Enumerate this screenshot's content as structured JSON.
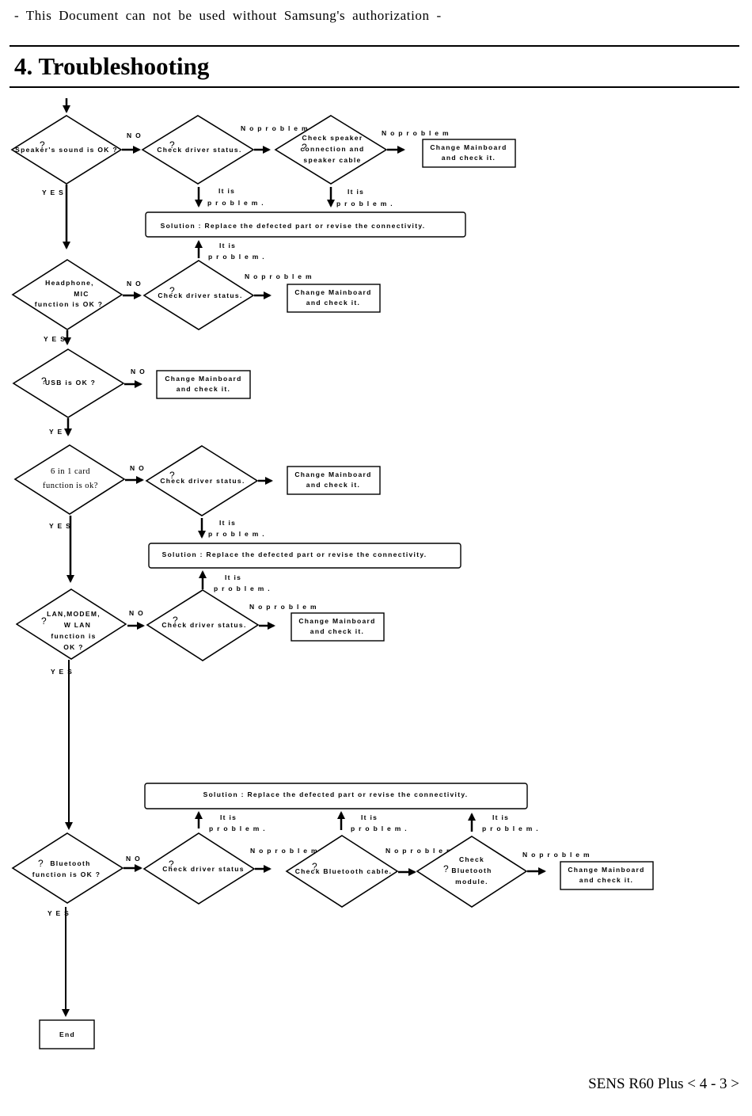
{
  "header": {
    "notice": "- This Document can not be used without Samsung's authorization -",
    "section_title": "4.  Troubleshooting"
  },
  "footer": {
    "page_label": "SENS R60 Plus < 4 -  3 >"
  },
  "flowchart": {
    "labels": {
      "no": "N O",
      "yes": "Y E S",
      "no_problem": "N o  p r o b l e m",
      "it_is": "It  is",
      "problem": "p r o b l e m ."
    },
    "q_mark": "?",
    "decisions": {
      "speaker": "Speaker's sound is OK ?",
      "check_driver_dot": "Check driver status.",
      "check_driver": "Check driver status",
      "speaker_conn": [
        "Check speaker",
        "connection and",
        "speaker cable"
      ],
      "headphone": [
        "Headphone,",
        "MIC",
        "function is OK ?"
      ],
      "usb": "USB is OK ?",
      "card": [
        "6  in  1  card",
        "function  is  ok?"
      ],
      "lan": [
        "LAN,MODEM,",
        "W LAN",
        "function is",
        "OK ?"
      ],
      "bluetooth": [
        "Bluetooth",
        "function is OK ?"
      ],
      "bt_cable": "Check Bluetooth cable.",
      "bt_module": [
        "Check",
        "Bluetooth",
        "module."
      ]
    },
    "boxes": {
      "change_mainboard": [
        "Change Mainboard",
        "and check it."
      ],
      "solution": "Solution : Replace the defected part or revise the connectivity.",
      "end": "End"
    }
  }
}
